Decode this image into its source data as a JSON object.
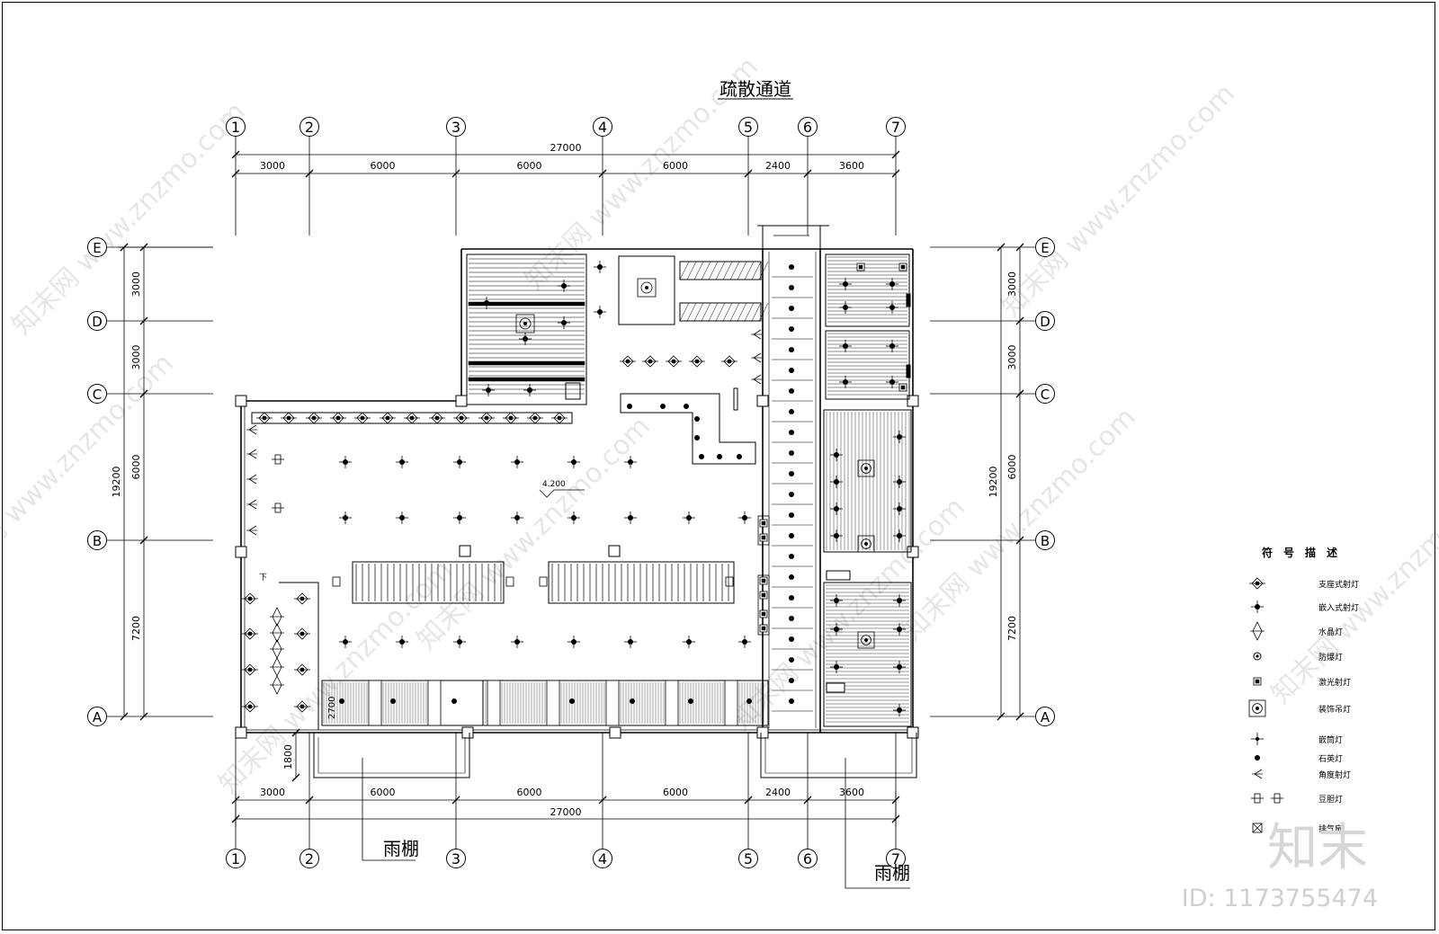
{
  "title": "疏散通道",
  "top_axes": [
    "1",
    "2",
    "3",
    "4",
    "5",
    "6",
    "7"
  ],
  "bottom_axes": [
    "1",
    "2",
    "3",
    "4",
    "5",
    "6",
    "7"
  ],
  "row_axes": [
    "E",
    "D",
    "C",
    "B",
    "A"
  ],
  "top_total": "27000",
  "top_spans": [
    "3000",
    "6000",
    "6000",
    "6000",
    "2400",
    "3600"
  ],
  "bottom_total": "27000",
  "bottom_spans": [
    "3000",
    "6000",
    "6000",
    "6000",
    "2400",
    "3600"
  ],
  "left_total": "19200",
  "left_spans": [
    "3000",
    "3000",
    "6000",
    "7200"
  ],
  "right_total": "19200",
  "right_spans": [
    "3000",
    "3000",
    "6000",
    "7200"
  ],
  "canopy_bottom_dim": "1800",
  "elevation_mark": "4.200",
  "stair_label": "下",
  "canopy_label_1": "雨棚",
  "canopy_label_2": "雨棚",
  "small_dim_label": "2700",
  "legend": {
    "title": "符　号　描　述",
    "items": [
      {
        "icon": "bracket-spotlight-icon",
        "label": "支座式射灯"
      },
      {
        "icon": "recessed-spotlight-icon",
        "label": "嵌入式射灯"
      },
      {
        "icon": "crystal-lamp-icon",
        "label": "水晶灯"
      },
      {
        "icon": "explosion-proof-lamp-icon",
        "label": "防爆灯"
      },
      {
        "icon": "laser-spotlight-icon",
        "label": "激光射灯"
      },
      {
        "icon": "decorative-pendant-icon",
        "label": "装饰吊灯"
      },
      {
        "icon": "downlight-icon",
        "label": "嵌筒灯"
      },
      {
        "icon": "quartz-lamp-icon",
        "label": "石英灯"
      },
      {
        "icon": "angle-spotlight-icon",
        "label": "角度射灯"
      },
      {
        "icon": "bean-lamp-icon",
        "label": "豆胆灯"
      },
      {
        "icon": "exhaust-fan-icon",
        "label": "排气扇"
      }
    ]
  },
  "watermark": {
    "brand": "知末",
    "id_text": "ID: 1173755474",
    "site": "www.znzmo.com",
    "site_cn": "知末网"
  }
}
